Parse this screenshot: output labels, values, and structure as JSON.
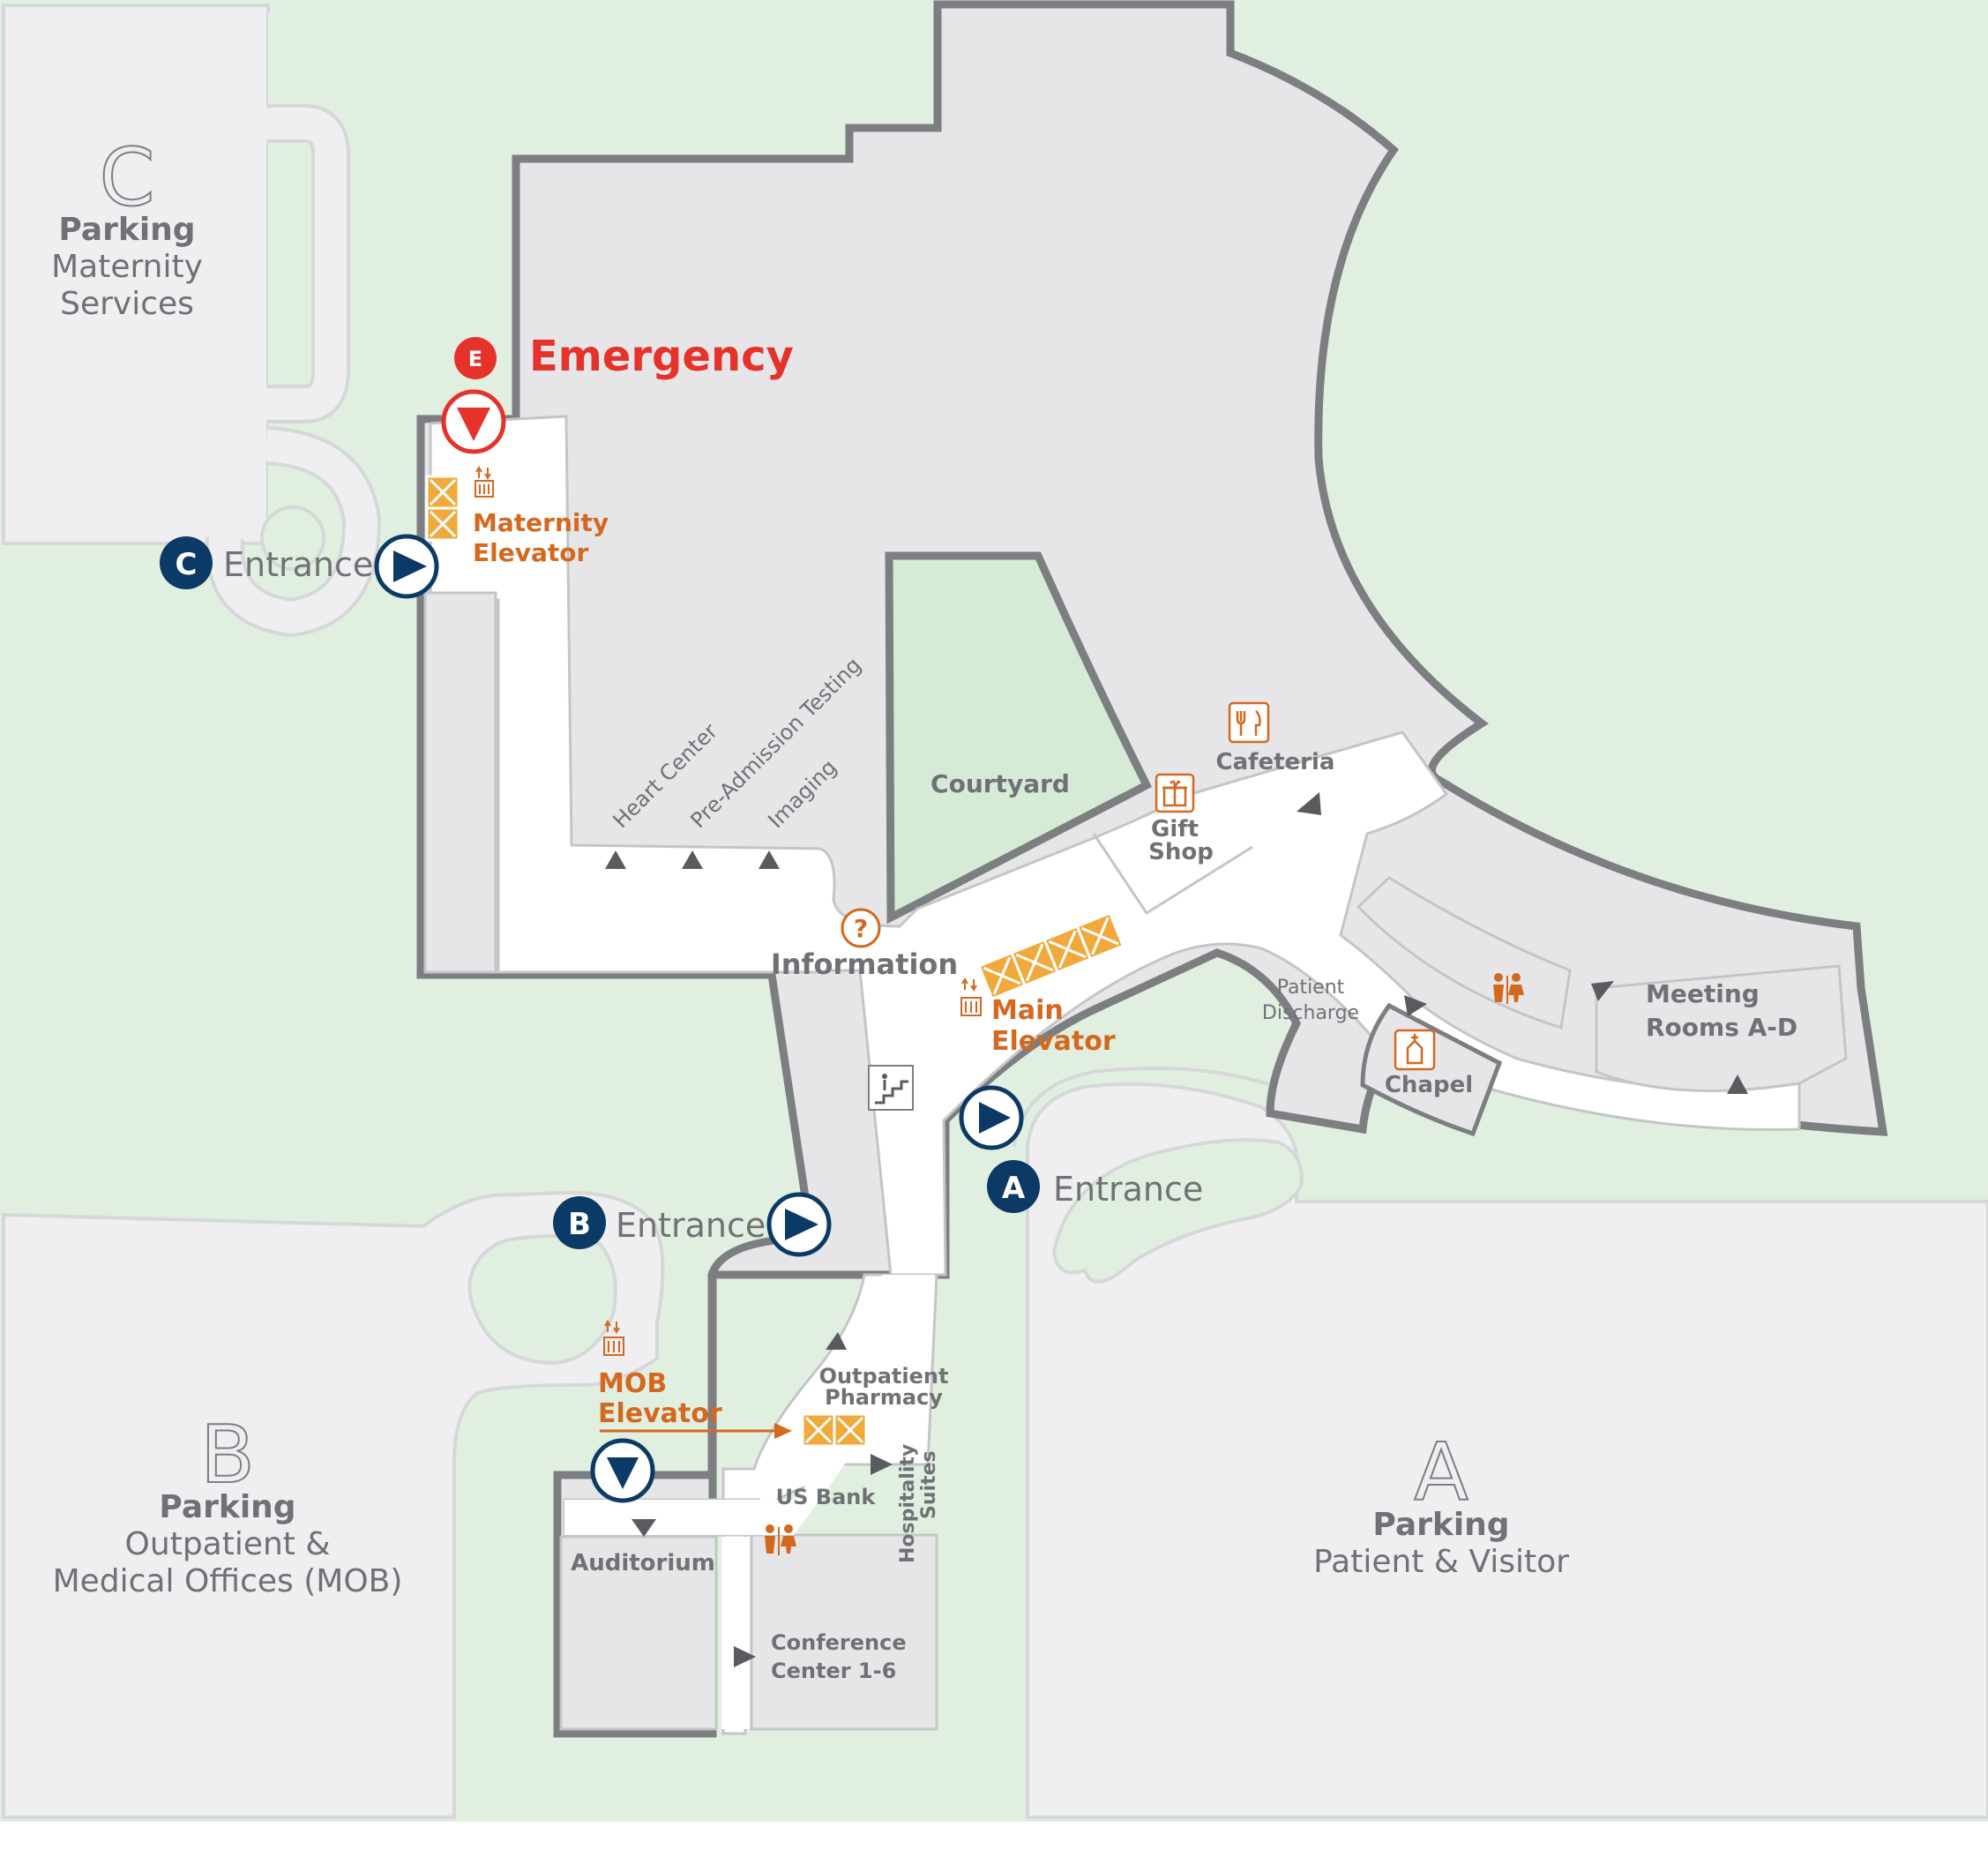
{
  "colors": {
    "grass": "#e1efe0",
    "parking": "#efeff1",
    "building": "#e6e6e8",
    "outline": "#7c7e81",
    "corridor": "#ffffff",
    "navy": "#0c3a66",
    "emergency_red": "#e5322a",
    "amenity_orange": "#d4681f",
    "elevator_fill": "#f2a93b",
    "label_gray": "#6f7174"
  },
  "emergency": {
    "badge": "E",
    "label": "Emergency"
  },
  "parking": {
    "c": {
      "letter": "C",
      "title": "Parking",
      "line1": "Maternity",
      "line2": "Services"
    },
    "b": {
      "letter": "B",
      "title": "Parking",
      "line1": "Outpatient &",
      "line2": "Medical Offices (MOB)"
    },
    "a": {
      "letter": "A",
      "title": "Parking",
      "line1": "Patient & Visitor"
    }
  },
  "entrances": {
    "c": {
      "badge": "C",
      "label": "Entrance"
    },
    "b": {
      "badge": "B",
      "label": "Entrance"
    },
    "a": {
      "badge": "A",
      "label": "Entrance"
    }
  },
  "elevators": {
    "maternity": {
      "line1": "Maternity",
      "line2": "Elevator"
    },
    "main": {
      "line1": "Main",
      "line2": "Elevator"
    },
    "mob": {
      "line1": "MOB",
      "line2": "Elevator"
    }
  },
  "departments": {
    "heart_center": "Heart Center",
    "pre_admission": "Pre-Admission Testing",
    "imaging": "Imaging",
    "courtyard": "Courtyard",
    "information": "Information",
    "information_icon": "?",
    "gift_shop_1": "Gift",
    "gift_shop_2": "Shop",
    "cafeteria": "Cafeteria",
    "patient_discharge_1": "Patient",
    "patient_discharge_2": "Discharge",
    "chapel": "Chapel",
    "meeting_rooms_1": "Meeting",
    "meeting_rooms_2": "Rooms A-D",
    "outpatient_pharmacy_1": "Outpatient",
    "outpatient_pharmacy_2": "Pharmacy",
    "us_bank": "US Bank",
    "hospitality_1": "Hospitality",
    "hospitality_2": "Suites",
    "auditorium": "Auditorium",
    "conference_1": "Conference",
    "conference_2": "Center 1-6"
  },
  "icons": {
    "emergency": "emergency-icon",
    "elevator": "elevator-icon",
    "stairs": "stairs-icon",
    "restroom": "restroom-icon",
    "gift": "gift-icon",
    "cafeteria": "fork-knife-icon",
    "chapel": "chapel-icon",
    "information": "question-mark-icon"
  }
}
